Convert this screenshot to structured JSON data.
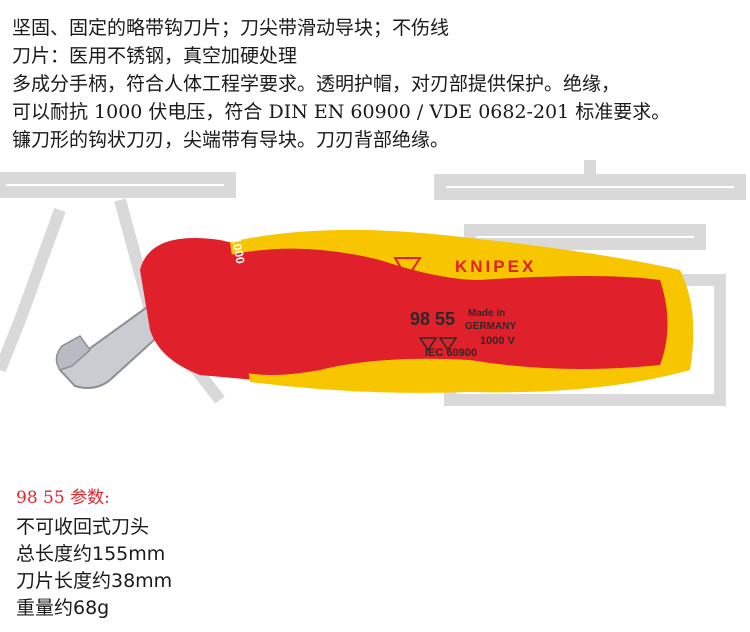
{
  "description_lines": [
    "坚固、固定的略带钩刀片；刀尖带滑动导块；不伤线",
    "刀片：医用不锈钢，真空加硬处理",
    "多成分手柄，符合人体工程学要求。透明护帽，对刃部提供保护。绝缘，",
    "可以耐抗 1000 伏电压，符合 DIN EN 60900 / VDE 0682-201 标准要求。",
    "镰刀形的钩状刀刃，尖端带有导块。刀刃背部绝缘。"
  ],
  "product_image": {
    "brand_label": "KNIPEX",
    "model_number": "98 55",
    "made_in": "Made in",
    "country": "GERMANY",
    "voltage": "1000 V",
    "standard": "IEC 60900",
    "tip_mark": "1000",
    "colors": {
      "red": "#e0202a",
      "yellow": "#f7c600",
      "blade": "#c9cdd2"
    }
  },
  "specs": {
    "title": "98 55 参数:",
    "items": [
      "不可收回式刀头",
      "总长度约155mm",
      "刀片长度约38mm",
      "重量约68g"
    ]
  }
}
